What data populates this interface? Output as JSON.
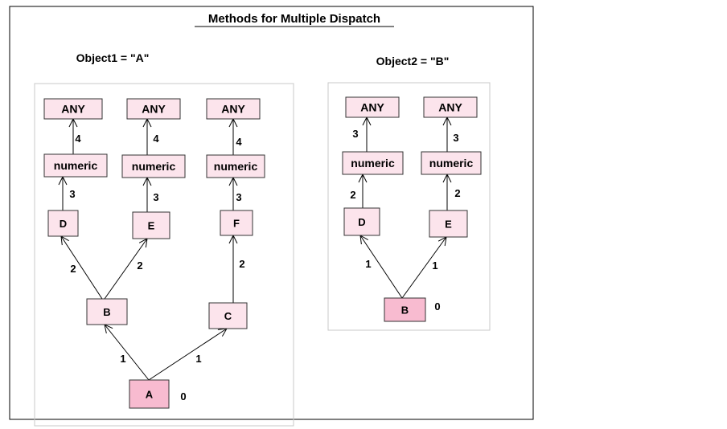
{
  "title": "Methods for Multiple Dispatch",
  "colors": {
    "node_fill": "#fce4ec",
    "root_fill": "#f8bbd0",
    "border": "#333333",
    "panel_border": "#c8c8c8",
    "frame_border": "#000000"
  },
  "groups": [
    {
      "label": "Object1 = \"A\"",
      "nodes": [
        {
          "id": "a_any1",
          "label": "ANY"
        },
        {
          "id": "a_any2",
          "label": "ANY"
        },
        {
          "id": "a_any3",
          "label": "ANY"
        },
        {
          "id": "a_num1",
          "label": "numeric"
        },
        {
          "id": "a_num2",
          "label": "numeric"
        },
        {
          "id": "a_num3",
          "label": "numeric"
        },
        {
          "id": "a_d",
          "label": "D"
        },
        {
          "id": "a_e",
          "label": "E"
        },
        {
          "id": "a_f",
          "label": "F"
        },
        {
          "id": "a_b",
          "label": "B"
        },
        {
          "id": "a_c",
          "label": "C"
        },
        {
          "id": "a_a",
          "label": "A",
          "root": true
        }
      ],
      "edges": [
        {
          "from": "a_num1",
          "to": "a_any1",
          "label": "4"
        },
        {
          "from": "a_num2",
          "to": "a_any2",
          "label": "4"
        },
        {
          "from": "a_num3",
          "to": "a_any3",
          "label": "4"
        },
        {
          "from": "a_d",
          "to": "a_num1",
          "label": "3"
        },
        {
          "from": "a_e",
          "to": "a_num2",
          "label": "3"
        },
        {
          "from": "a_f",
          "to": "a_num3",
          "label": "3"
        },
        {
          "from": "a_b",
          "to": "a_d",
          "label": "2"
        },
        {
          "from": "a_b",
          "to": "a_e",
          "label": "2"
        },
        {
          "from": "a_c",
          "to": "a_f",
          "label": "2"
        },
        {
          "from": "a_a",
          "to": "a_b",
          "label": "1"
        },
        {
          "from": "a_a",
          "to": "a_c",
          "label": "1"
        }
      ],
      "root_label": "0"
    },
    {
      "label": "Object2 = \"B\"",
      "nodes": [
        {
          "id": "b_any1",
          "label": "ANY"
        },
        {
          "id": "b_any2",
          "label": "ANY"
        },
        {
          "id": "b_num1",
          "label": "numeric"
        },
        {
          "id": "b_num2",
          "label": "numeric"
        },
        {
          "id": "b_d",
          "label": "D"
        },
        {
          "id": "b_e",
          "label": "E"
        },
        {
          "id": "b_b",
          "label": "B",
          "root": true
        }
      ],
      "edges": [
        {
          "from": "b_num1",
          "to": "b_any1",
          "label": "3"
        },
        {
          "from": "b_num2",
          "to": "b_any2",
          "label": "3"
        },
        {
          "from": "b_d",
          "to": "b_num1",
          "label": "2"
        },
        {
          "from": "b_e",
          "to": "b_num2",
          "label": "2"
        },
        {
          "from": "b_b",
          "to": "b_d",
          "label": "1"
        },
        {
          "from": "b_b",
          "to": "b_e",
          "label": "1"
        }
      ],
      "root_label": "0"
    }
  ]
}
